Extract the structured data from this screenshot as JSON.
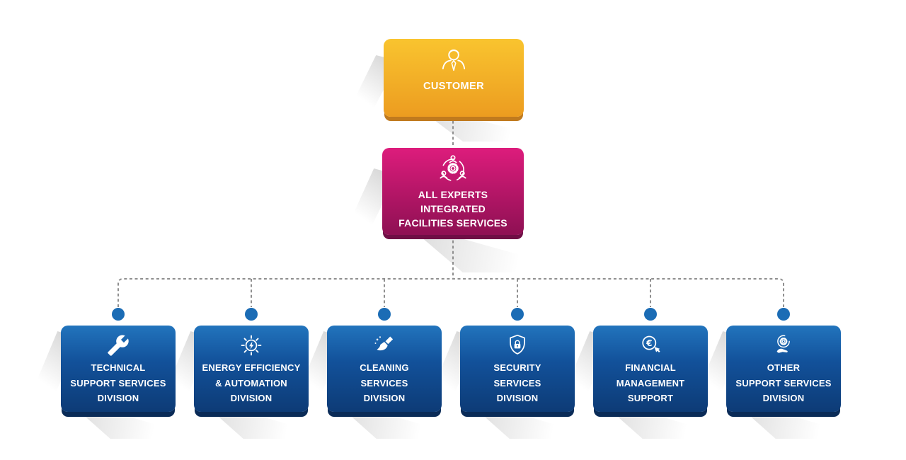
{
  "palette": {
    "orange_top": "#F9C42F",
    "orange_bottom": "#EC9C20",
    "orange_lip": "#C07A1E",
    "pink_top": "#DD1C7C",
    "pink_bottom": "#8E1053",
    "pink_lip": "#6F0E45",
    "blue_top": "#2274BD",
    "blue_bottom": "#0D3B76",
    "blue_lip": "#0A2B57",
    "dot": "#1B6CB5",
    "connector": "#8F8F8F",
    "text": "#FFFFFF"
  },
  "customer": {
    "label": "CUSTOMER",
    "icon": "person-icon"
  },
  "hub": {
    "line1": "ALL EXPERTS",
    "line2": "INTEGRATED",
    "line3": "FACILITIES SERVICES",
    "icon": "team-gear-icon"
  },
  "divisions": [
    {
      "line1": "TECHNICAL",
      "line2": "SUPPORT SERVICES",
      "line3": "DIVISION",
      "icon": "wrench-icon"
    },
    {
      "line1": "ENERGY EFFICIENCY",
      "line2": "& AUTOMATION",
      "line3": "DIVISION",
      "icon": "sun-bolt-icon"
    },
    {
      "line1": "CLEANING",
      "line2": "SERVICES",
      "line3": "DIVISION",
      "icon": "broom-icon"
    },
    {
      "line1": "SECURITY",
      "line2": "SERVICES",
      "line3": "DIVISION",
      "icon": "shield-lock-icon"
    },
    {
      "line1": "FINANCIAL",
      "line2": "MANAGEMENT",
      "line3": "SUPPORT",
      "icon": "euro-click-icon"
    },
    {
      "line1": "OTHER",
      "line2": "SUPPORT SERVICES",
      "line3": "DIVISION",
      "icon": "gear-hand-icon"
    }
  ]
}
